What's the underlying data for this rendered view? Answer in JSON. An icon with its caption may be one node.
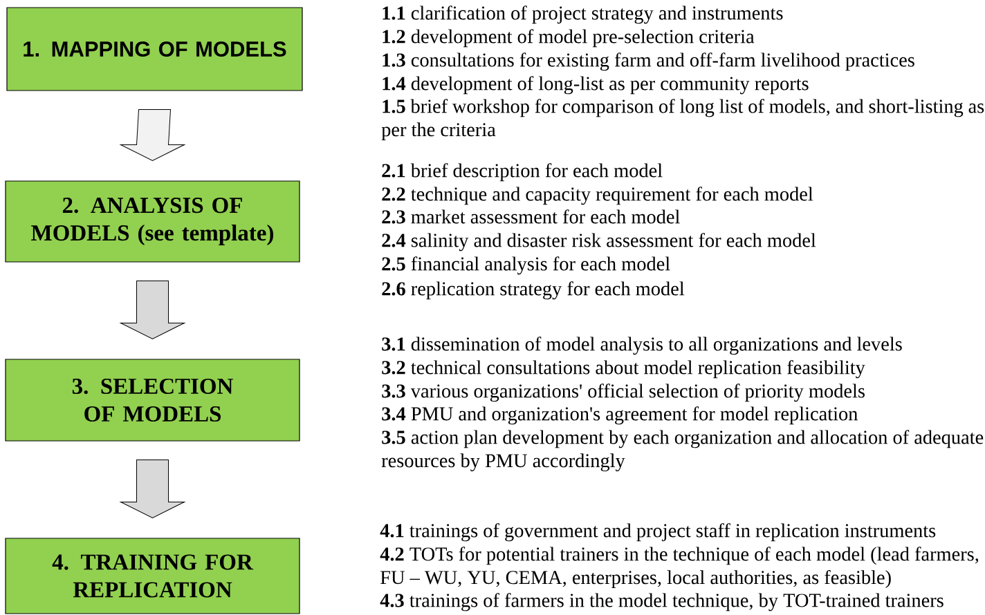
{
  "diagram": {
    "nodes": [
      {
        "text": [
          "1. MAPPING OF MODELS"
        ]
      },
      {
        "text": [
          "2. ANALYSIS OF MODELS (see template)"
        ]
      },
      {
        "text": [
          "3. SELECTION OF MODELS"
        ]
      },
      {
        "text": [
          "4. TRAINING FOR REPLICATION"
        ]
      }
    ],
    "edges": [
      {
        "from": 0,
        "to": 1,
        "arrow": "to",
        "color": "#f2f2f2"
      },
      {
        "from": 1,
        "to": 2,
        "arrow": "to"
      },
      {
        "from": 2,
        "to": 3,
        "arrow": "to"
      }
    ],
    "labels": [
      "**1.1** clarification of project strategy and instruments",
      "**1.2** development of model pre-selection criteria",
      "**1.3** consultations for existing farm and off-farm livelihood practices",
      "**1.4** development of long-list as per community reports",
      "**1.5** brief workshop for comparison of long list of models, and short-listing as per the criteria",
      "**2.1** brief description for each model",
      "**2.2** technique and capacity requirement for each model",
      "**2.3** market assessment for each model",
      "**2.4** salinity and disaster risk assessment for each model",
      "**2.5** financial analysis for each model",
      "**2.6** replication strategy for each model",
      "**3.1** dissemination of model analysis to all organizations and levels",
      "**3.2** technical consultations about model replication feasibility",
      "**3.3** various organizations' official selection of priority models",
      "**3.4** PMU and organization's agreement for model replication",
      "**3.5** action plan development by each organization and allocation of adequate resources by PMU accordingly",
      "**4.1** trainings of government and project staff in replication instruments",
      "**4.2** TOTs for potential trainers in the technique of each model (lead farmers, FU – WU, YU, CEMA, enterprises, local authorities, as feasible)",
      "**4.3** trainings of farmers in the model technique, by TOT-trained trainers"
    ]
  }
}
